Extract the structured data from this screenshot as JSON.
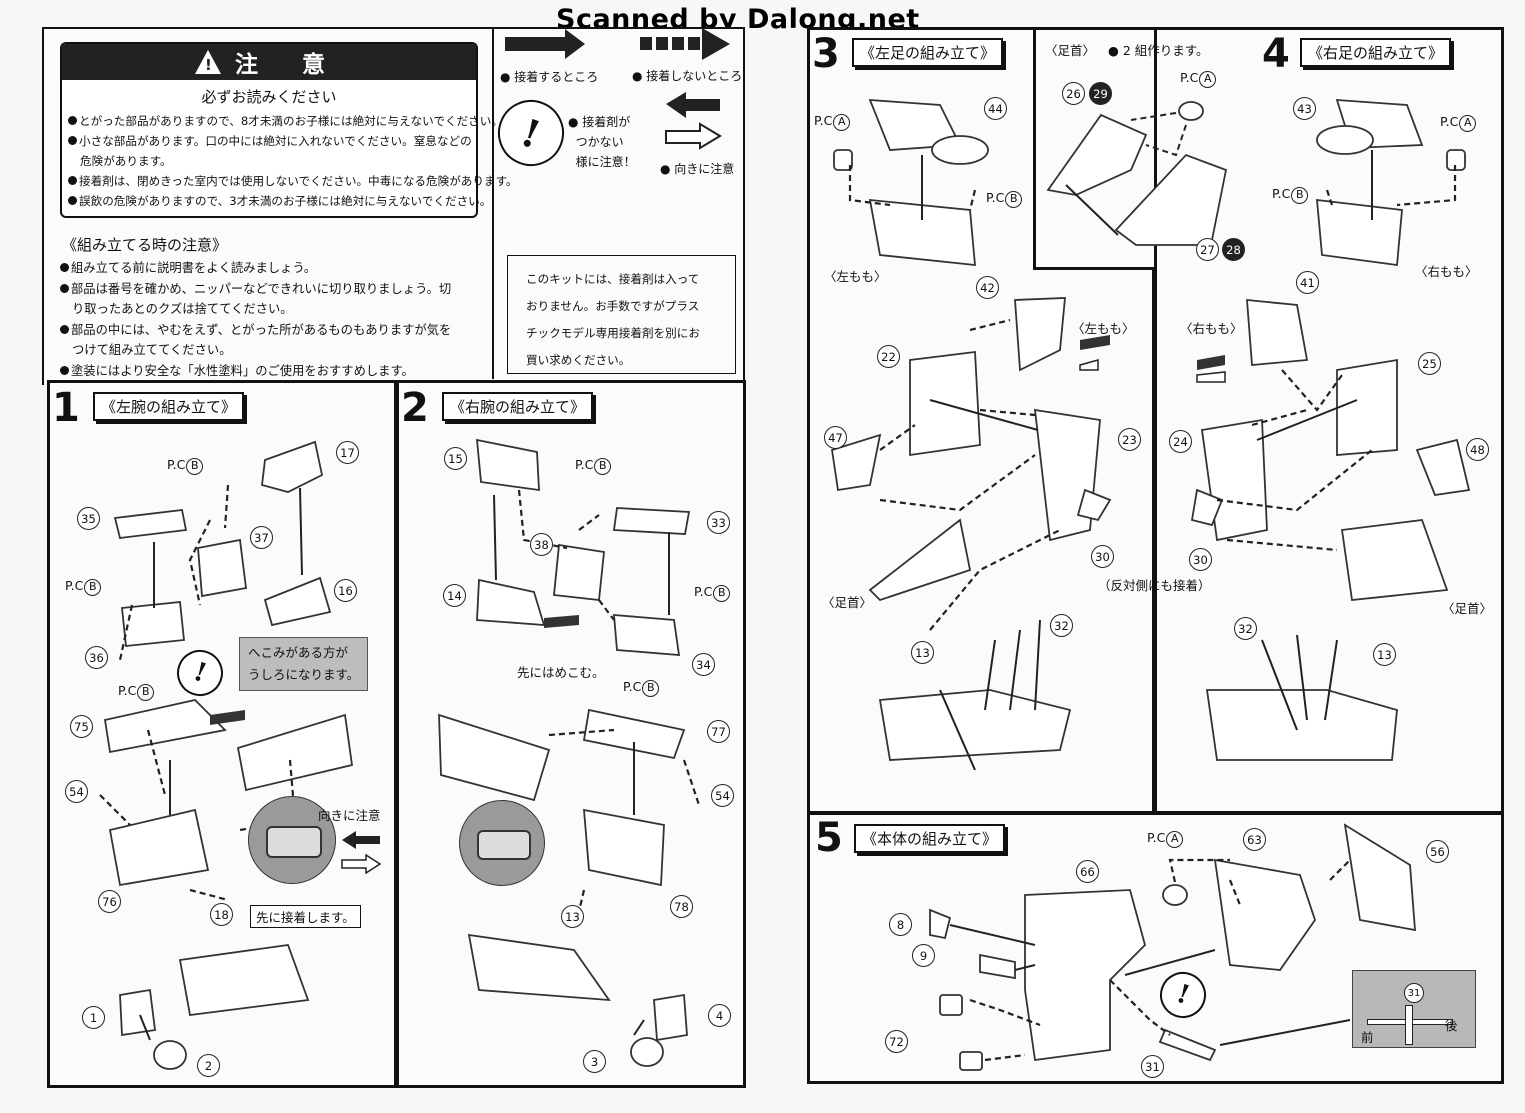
{
  "watermark": "Scanned by Dalong.net",
  "warning": {
    "title": "注 意",
    "subtitle": "必ずお読みください",
    "lines": [
      "とがった部品がありますので、8才未満のお子様には絶対に与えないでください。",
      "小さな部品があります。口の中には絶対に入れないでください。窒息などの",
      "危険があります。",
      "接着剤は、閉めきった室内では使用しないでください。中毒になる危険があります。",
      "誤飲の危険がありますので、3才未満のお子様には絶対に与えないでください。"
    ]
  },
  "assembly_notes": {
    "title": "《組み立てる時の注意》",
    "lines": [
      "組み立てる前に説明書をよく読みましょう。",
      "部品は番号を確かめ、ニッパーなどできれいに切り取りましょう。切",
      "り取ったあとのクズは捨ててください。",
      "部品の中には、やむをえず、とがった所があるものもありますが気を",
      "つけて組み立ててください。",
      "塗装にはより安全な「水性塗料」のご使用をおすすめします。"
    ]
  },
  "legend": {
    "glue": "接着するところ",
    "no_glue": "接着しないところ",
    "caution_l1": "接着剤が",
    "caution_l2": "つかない",
    "caution_l3": "様に注意！",
    "direction": "向きに注意"
  },
  "glue_box": [
    "このキットには、接着剤は入って",
    "おりません。お手数ですがプラス",
    "チックモデル専用接着剤を別にお",
    "買い求めください。"
  ],
  "steps": [
    {
      "num": "1",
      "title": "《左腕の組み立て》"
    },
    {
      "num": "2",
      "title": "《右腕の組み立て》"
    },
    {
      "num": "3",
      "title": "《左足の組み立て》"
    },
    {
      "num": "4",
      "title": "《右足の組み立て》"
    },
    {
      "num": "5",
      "title": "《本体の組み立て》"
    }
  ],
  "labels": {
    "pcA": "P.C",
    "pcB": "P.C",
    "A": "A",
    "B": "B",
    "dent_note_l1": "へこみがある方が",
    "dent_note_l2": "うしろになります。",
    "direction_note": "向きに注意",
    "glue_first": "先に接着します。",
    "fit_first": "先にはめこむ。",
    "ankle_box": "〈足首〉",
    "make_two": "● 2 組作ります。",
    "left_thigh": "〈左もも〉",
    "right_thigh": "〈右もも〉",
    "left_ankle": "〈足首〉",
    "right_ankle": "〈足首〉",
    "opposite_glue": "（反対側にも接着）",
    "front": "前",
    "back": "後"
  },
  "part_numbers": {
    "s1": [
      "17",
      "35",
      "37",
      "16",
      "36",
      "75",
      "54",
      "76",
      "18",
      "1",
      "2"
    ],
    "s2": [
      "15",
      "38",
      "33",
      "14",
      "34",
      "77",
      "54",
      "78",
      "13",
      "3",
      "4"
    ],
    "s3": [
      "44",
      "42",
      "26",
      "29",
      "27",
      "28",
      "22",
      "47",
      "23",
      "30",
      "32",
      "13"
    ],
    "s4": [
      "43",
      "41",
      "25",
      "24",
      "48",
      "30",
      "32",
      "13"
    ],
    "s5": [
      "63",
      "56",
      "66",
      "8",
      "9",
      "72",
      "31",
      "31"
    ]
  }
}
